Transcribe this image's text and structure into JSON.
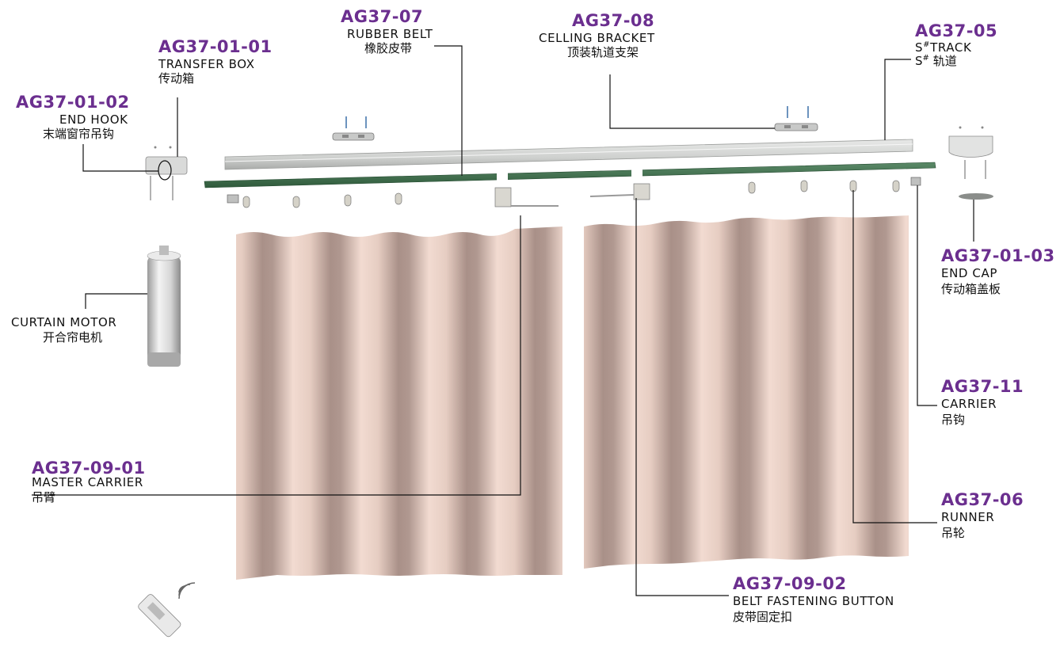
{
  "labels": {
    "end_hook": {
      "code": "AG37-01-02",
      "en": "END HOOK",
      "cn": "末端窗帘吊钩"
    },
    "transfer_box": {
      "code": "AG37-01-01",
      "en": "TRANSFER BOX",
      "cn": "传动箱"
    },
    "rubber_belt": {
      "code": "AG37-07",
      "en": "RUBBER BELT",
      "cn": "橡胶皮带"
    },
    "ceiling_bracket": {
      "code": "AG37-08",
      "en": "CELLING BRACKET",
      "cn": "顶装轨道支架"
    },
    "track": {
      "code": "AG37-05",
      "en_prefix": "S",
      "en_sup": "#",
      "en_text": "TRACK",
      "cn_prefix": "S",
      "cn_sup": "#",
      "cn_text": " 轨道"
    },
    "end_cap": {
      "code": "AG37-01-03",
      "en": "END CAP",
      "cn": "传动箱盖板"
    },
    "curtain_motor": {
      "en": "CURTAIN MOTOR",
      "cn": "开合帘电机"
    },
    "carrier": {
      "code": "AG37-11",
      "en": "CARRIER",
      "cn": "吊钩"
    },
    "master_carrier": {
      "code": "AG37-09-01",
      "en": "MASTER CARRIER",
      "cn": "吊臂"
    },
    "runner": {
      "code": "AG37-06",
      "en": "RUNNER",
      "cn": "吊轮"
    },
    "belt_button": {
      "code": "AG37-09-02",
      "en": "BELT  FASTENING BUTTON",
      "cn": "皮带固定扣"
    }
  },
  "colors": {
    "code": "#6b2f8f",
    "belt": "#3b6b4a",
    "track": "#d6d8d6",
    "curtain_light": "#f3dcd2",
    "curtain_dark": "#a99088",
    "leader": "#111111"
  },
  "icons": [
    "motor-icon",
    "remote-control-icon",
    "runner-icon",
    "transfer-box-icon",
    "end-cap-icon",
    "bracket-icon"
  ]
}
